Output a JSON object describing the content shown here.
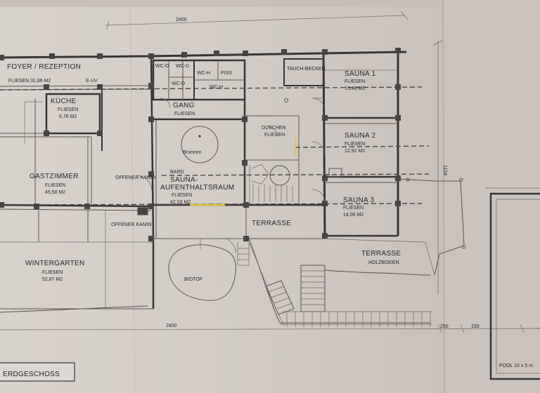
{
  "plan": {
    "floor_title": "ERDGESCHOSS",
    "dims": {
      "top": "2400",
      "bottom": "2400",
      "side": "1124",
      "d250": "250",
      "d150": "150"
    },
    "rooms": {
      "foyer_name": "FOYER / REZEPTION",
      "foyer_area": "FLIESEN 31,86 M2",
      "euv": "E-UV",
      "kueche_name": "KÜCHE",
      "kueche_floor": "FLIESEN",
      "kueche_area": "6,76 M2",
      "gastzimmer_name": "GASTZIMMER",
      "gastzimmer_floor": "FLIESEN",
      "gastzimmer_area": "45,50 M2",
      "wintergarten_name": "WINTERGARTEN",
      "wintergarten_floor": "FLIESEN",
      "wintergarten_area": "52,87 M2",
      "kamin1": "OFFENER KAMIN",
      "kamin2": "OFFENER KAMIN",
      "wc_d1": "WC-D",
      "wc_d2": "WC-D",
      "wc_d3": "WC-D",
      "wc_h": "WC-H",
      "piss": "PISS",
      "wc_h2": "WC-H",
      "gang_name": "GANG",
      "gang_floor": "FLIESEN",
      "tauch": "TAUCH-BECKEN",
      "sauna1_name": "SAUNA 1",
      "sauna1_floor": "FLIESEN",
      "sauna1_area": "13,48 M2",
      "duschen_name": "DUSCHEN",
      "duschen_floor": "FLIESEN",
      "brunnen": "Brunnen",
      "sauna2_name": "SAUNA 2",
      "sauna2_floor": "FLIESEN",
      "sauna2_area": "12,92 M2",
      "bard": "BARD",
      "aufenthalt_line1": "SAUNA-",
      "aufenthalt_line2": "AUFENTHALTSRAUM",
      "aufenthalt_floor": "FLIESEN",
      "aufenthalt_area": "42,03 M2",
      "sauna3_name": "SAUNA 3",
      "sauna3_floor": "FLIESEN",
      "sauna3_area": "14,06 M2",
      "terrasse1": "TERRASSE",
      "terrasse2": "TERRASSE",
      "holzboden": "HOLZBODEN",
      "biotop": "BIOTOP",
      "pool": "POOL 10 x 5 m"
    }
  }
}
